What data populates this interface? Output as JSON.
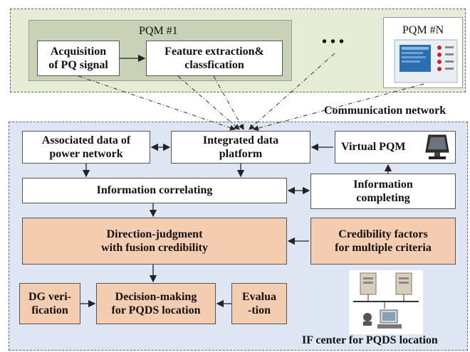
{
  "top_region": {
    "pqm1": {
      "title": "PQM #1",
      "acquisition": "Acquisition\nof PQ signal",
      "feature": "Feature extraction&\nclassfication"
    },
    "ellipsis": "• • •",
    "pqmn_title": "PQM #N"
  },
  "communication_label": "Communication network",
  "center": {
    "associated_data": "Associated data of\npower network",
    "integrated_platform": "Integrated data\nplatform",
    "virtual_pqm": "Virtual PQM",
    "info_correlating": "Information correlating",
    "info_completing": "Information\ncompleting",
    "direction_judgment": "Direction-judgment\nwith fusion credibility",
    "credibility_factors": "Credibility factors\nfor multiple criteria",
    "dg_verification": "DG veri-\nfication",
    "decision_making": "Decision-making\nfor PQDS location",
    "evaluation": "Evalua\n-tion",
    "footer_label": "IF center for PQDS location"
  },
  "colors": {
    "top_bg": "#e6edd6",
    "pqm_bg": "#c8d2b7",
    "center_bg": "#dde6f2",
    "box_orange": "#f4cdb1"
  }
}
